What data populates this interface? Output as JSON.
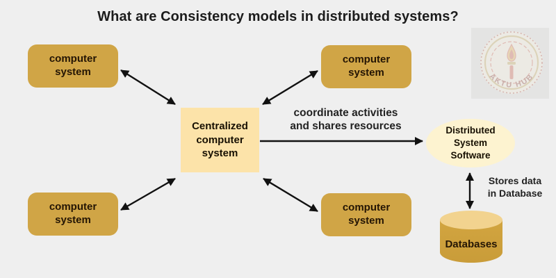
{
  "colors": {
    "page-bg": "#efefef",
    "gold-box": "#d0a546",
    "gold-box-text": "#241504",
    "center-box-bg": "#fce3a9",
    "ellipse-bg": "#fdf3d0",
    "cylinder-body": "#d2a540",
    "cylinder-top": "#f2d38f",
    "arrow": "#111111",
    "title-text": "#1c1c1c",
    "label-text": "#222222"
  },
  "title": "What are Consistency models in distributed systems?",
  "nodes": {
    "corner_boxes": [
      {
        "id": "top-left",
        "label": "computer system"
      },
      {
        "id": "top-right",
        "label": "computer system"
      },
      {
        "id": "bottom-left",
        "label": "computer system"
      },
      {
        "id": "bottom-right",
        "label": "computer system"
      }
    ],
    "center_box": {
      "label": "Centralized computer system"
    },
    "software_ellipse": {
      "label": "Distributed System Software"
    },
    "database_cylinder": {
      "label": "Databases"
    }
  },
  "edge_labels": {
    "coordinate": {
      "line1": "coordinate activities",
      "line2": "and shares resources"
    },
    "stores": {
      "line1": "Stores data",
      "line2": "in Database"
    }
  },
  "watermark": {
    "text": "AKTU HUB"
  }
}
